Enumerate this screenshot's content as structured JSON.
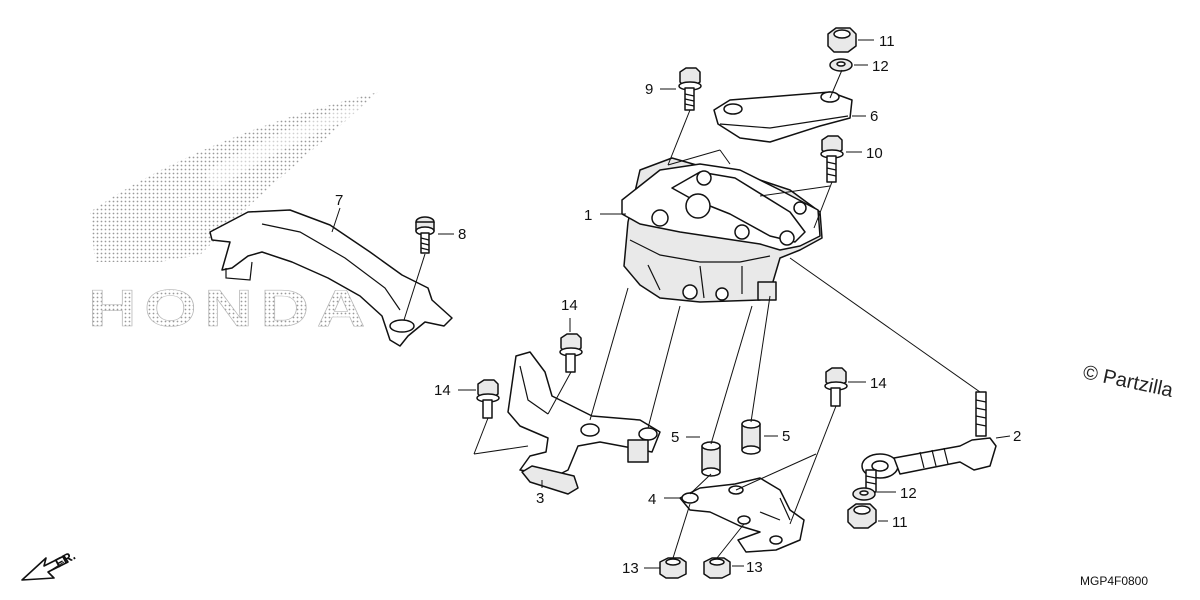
{
  "brand_watermark": "HONDA",
  "copyright_watermark": "© Partzilla",
  "diagram_code": "MGP4F0800",
  "front_indicator": "FR.",
  "callouts": {
    "c1": "1",
    "c2": "2",
    "c3": "3",
    "c4": "4",
    "c5a": "5",
    "c5b": "5",
    "c6": "6",
    "c7": "7",
    "c8": "8",
    "c9": "9",
    "c10": "10",
    "c11a": "11",
    "c11b": "11",
    "c12a": "12",
    "c12b": "12",
    "c13a": "13",
    "c13b": "13",
    "c14a": "14",
    "c14b": "14",
    "c14c": "14"
  }
}
